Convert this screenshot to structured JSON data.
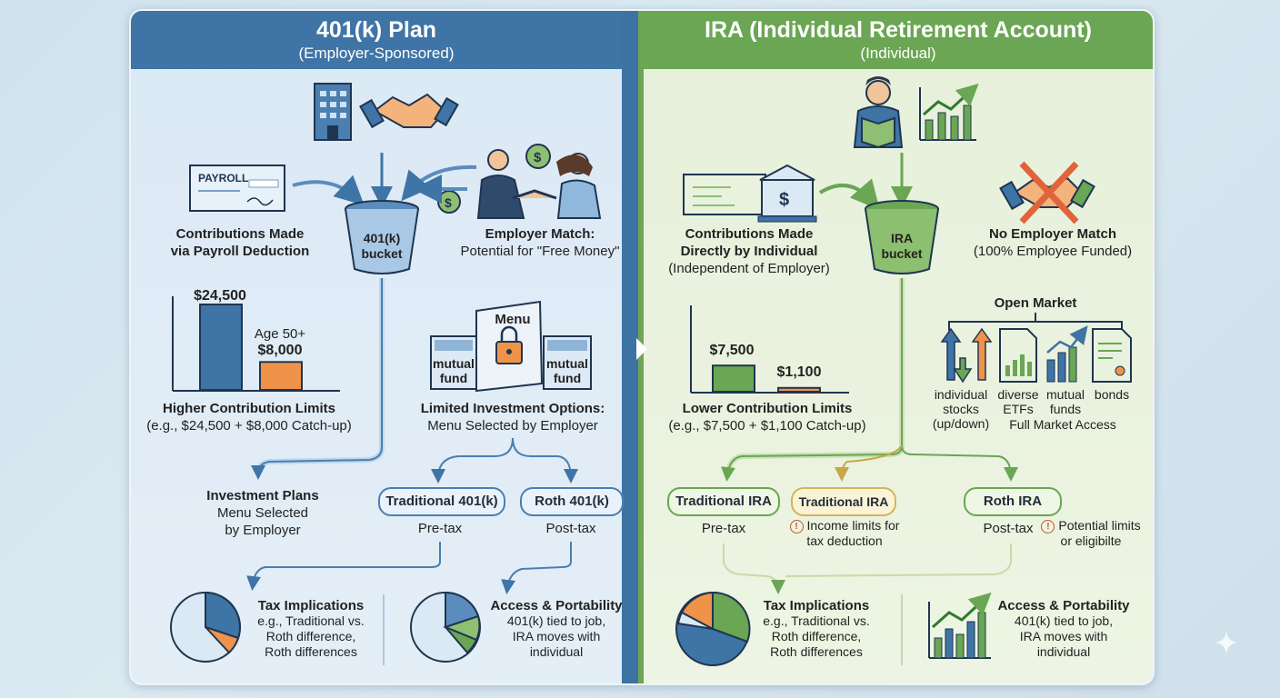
{
  "left": {
    "title": "401(k) Plan",
    "subtitle": "(Employer-Sponsored)",
    "payroll_label": "PAYROLL",
    "contrib_title_1": "Contributions Made",
    "contrib_title_2": "via Payroll Deduction",
    "bucket_line1": "401(k)",
    "bucket_line2": "bucket",
    "match_title": "Employer Match:",
    "match_sub": "Potential for \"Free Money\"",
    "limit_main_value": "$24,500",
    "limit_age_label": "Age 50+",
    "limit_catchup_value": "$8,000",
    "limits_title": "Higher Contribution Limits",
    "limits_sub": "(e.g., $24,500 + $8,000 Catch-up)",
    "menu_label": "Menu",
    "fund_left": "mutual fund",
    "fund_right": "mutual fund",
    "options_title": "Limited Investment Options:",
    "options_sub": "Menu Selected by Employer",
    "plans_title": "Investment Plans",
    "plans_sub_1": "Menu Selected",
    "plans_sub_2": "by Employer",
    "pill_traditional": "Traditional 401(k)",
    "pill_roth": "Roth 401(k)",
    "pretax": "Pre-tax",
    "posttax": "Post-tax",
    "tax_title": "Tax Implications",
    "tax_sub_1": "e.g., Traditional vs.",
    "tax_sub_2": "Roth difference,",
    "tax_sub_3": "Roth differences",
    "access_title": "Access & Portability",
    "access_sub_1": "401(k) tied to job,",
    "access_sub_2": "IRA moves with",
    "access_sub_3": "individual"
  },
  "right": {
    "title": "IRA (Individual Retirement Account)",
    "subtitle": "(Individual)",
    "contrib_title_1": "Contributions Made",
    "contrib_title_2": "Directly by Individual",
    "contrib_sub": "(Independent of Employer)",
    "bucket_line1": "IRA",
    "bucket_line2": "bucket",
    "match_title": "No Employer Match",
    "match_sub": "(100% Employee Funded)",
    "limit_main_value": "$7,500",
    "limit_catchup_value": "$1,100",
    "limits_title": "Lower Contribution Limits",
    "limits_sub": "(e.g., $7,500 + $1,100 Catch-up)",
    "market_title": "Open Market",
    "asset_stocks_1": "individual",
    "asset_stocks_2": "stocks",
    "asset_stocks_3": "(up/down)",
    "asset_etfs_1": "diverse",
    "asset_etfs_2": "ETFs",
    "asset_funds_1": "mutual",
    "asset_funds_2": "funds",
    "asset_bonds": "bonds",
    "market_sub": "Full Market Access",
    "pill_traditional_1": "Traditional IRA",
    "pill_traditional_2": "Traditional IRA",
    "pill_roth": "Roth IRA",
    "pretax": "Pre-tax",
    "income_note_1": "Income limits for",
    "income_note_2": "tax deduction",
    "posttax": "Post-tax",
    "roth_note_1": "Potential limits",
    "roth_note_2": "or eligibilte",
    "tax_title": "Tax Implications",
    "tax_sub_1": "e.g., Traditional vs.",
    "tax_sub_2": "Roth difference,",
    "tax_sub_3": "Roth differences",
    "access_title": "Access & Portability",
    "access_sub_1": "401(k) tied to job,",
    "access_sub_2": "IRA moves with",
    "access_sub_3": "individual"
  },
  "chart_data": [
    {
      "type": "bar",
      "categories": [
        "",
        "Age 50+"
      ],
      "values": [
        24500,
        8000
      ],
      "title": "",
      "xlabel": "",
      "ylabel": ""
    },
    {
      "type": "bar",
      "categories": [
        "",
        ""
      ],
      "values": [
        7500,
        1100
      ],
      "title": "",
      "xlabel": "",
      "ylabel": ""
    }
  ],
  "colors": {
    "blue": "#3f74a6",
    "green": "#6aa653",
    "orange": "#f0934a",
    "light_blue": "#dbe9f5",
    "light_green": "#e6f0da"
  },
  "icons": [
    "office-building-icon",
    "handshake-icon",
    "paycheck-icon",
    "dollar-coin-icon",
    "businessmen-handshake-icon",
    "bucket-icon",
    "menu-lock-icon",
    "person-reading-icon",
    "growth-chart-icon",
    "bank-check-icon",
    "crossed-handshake-icon",
    "stocks-icon",
    "etf-icon",
    "mutual-funds-icon",
    "bonds-icon",
    "pie-chart-icon",
    "sparkle-icon"
  ]
}
